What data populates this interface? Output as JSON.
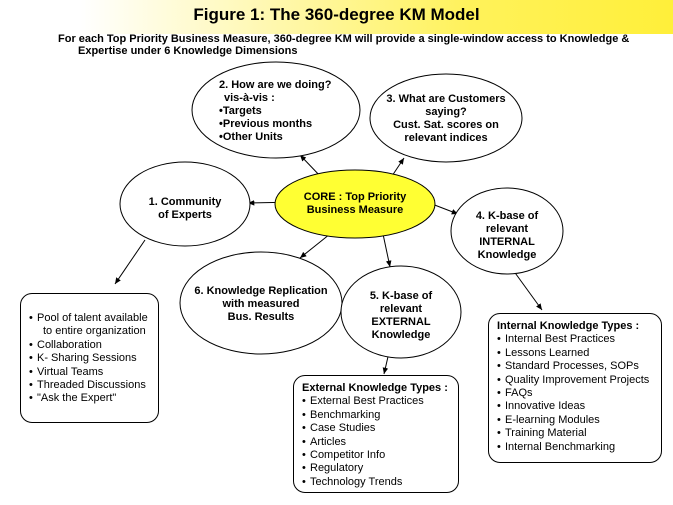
{
  "title": "Figure 1: The 360-degree KM Model",
  "subtitle": [
    "For each Top Priority Business Measure, 360-degree KM will provide a single-window access to Knowledge &",
    "Expertise under 6 Knowledge Dimensions"
  ],
  "core": [
    "CORE : Top Priority",
    "Business Measure"
  ],
  "node1": [
    "1. Community",
    "of Experts"
  ],
  "node2": [
    "2. How are we doing?",
    "vis-à-vis :",
    "•Targets",
    "•Previous months",
    "•Other Units"
  ],
  "node3": [
    "3. What are Customers",
    "saying?",
    "Cust. Sat.  scores on",
    "relevant  indices"
  ],
  "node4": [
    "4. K-base of",
    "relevant",
    "INTERNAL",
    "Knowledge"
  ],
  "node5": [
    "5. K-base of",
    "relevant",
    "EXTERNAL",
    "Knowledge"
  ],
  "node6": [
    "6. Knowledge Replication",
    "with measured",
    "Bus. Results"
  ],
  "community_box": {
    "items": [
      "Pool of talent available",
      "to entire organization",
      "Collaboration",
      "K- Sharing Sessions",
      "Virtual Teams",
      "Threaded Discussions",
      "\"Ask the Expert\""
    ]
  },
  "external_box": {
    "title": "External Knowledge Types :",
    "items": [
      "External Best Practices",
      "Benchmarking",
      "Case Studies",
      "Articles",
      "Competitor Info",
      "Regulatory",
      "Technology Trends"
    ]
  },
  "internal_box": {
    "title": "Internal Knowledge Types :",
    "items": [
      "Internal Best Practices",
      "Lessons Learned",
      "Standard Processes, SOPs",
      "Quality Improvement Projects",
      "FAQs",
      "Innovative Ideas",
      "E-learning Modules",
      "Training Material",
      "Internal Benchmarking"
    ]
  },
  "colors": {
    "core_fill": "#ffff33",
    "title_gradient_end": "#ffef3a",
    "stroke": "#000000"
  }
}
